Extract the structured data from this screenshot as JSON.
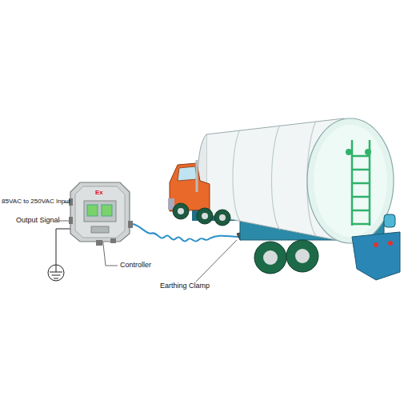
{
  "diagram": {
    "labels": [
      "85VAC to 250VAC Input",
      "Output Signal",
      "Controller",
      "Earthing Clamp",
      "Ex"
    ]
  }
}
